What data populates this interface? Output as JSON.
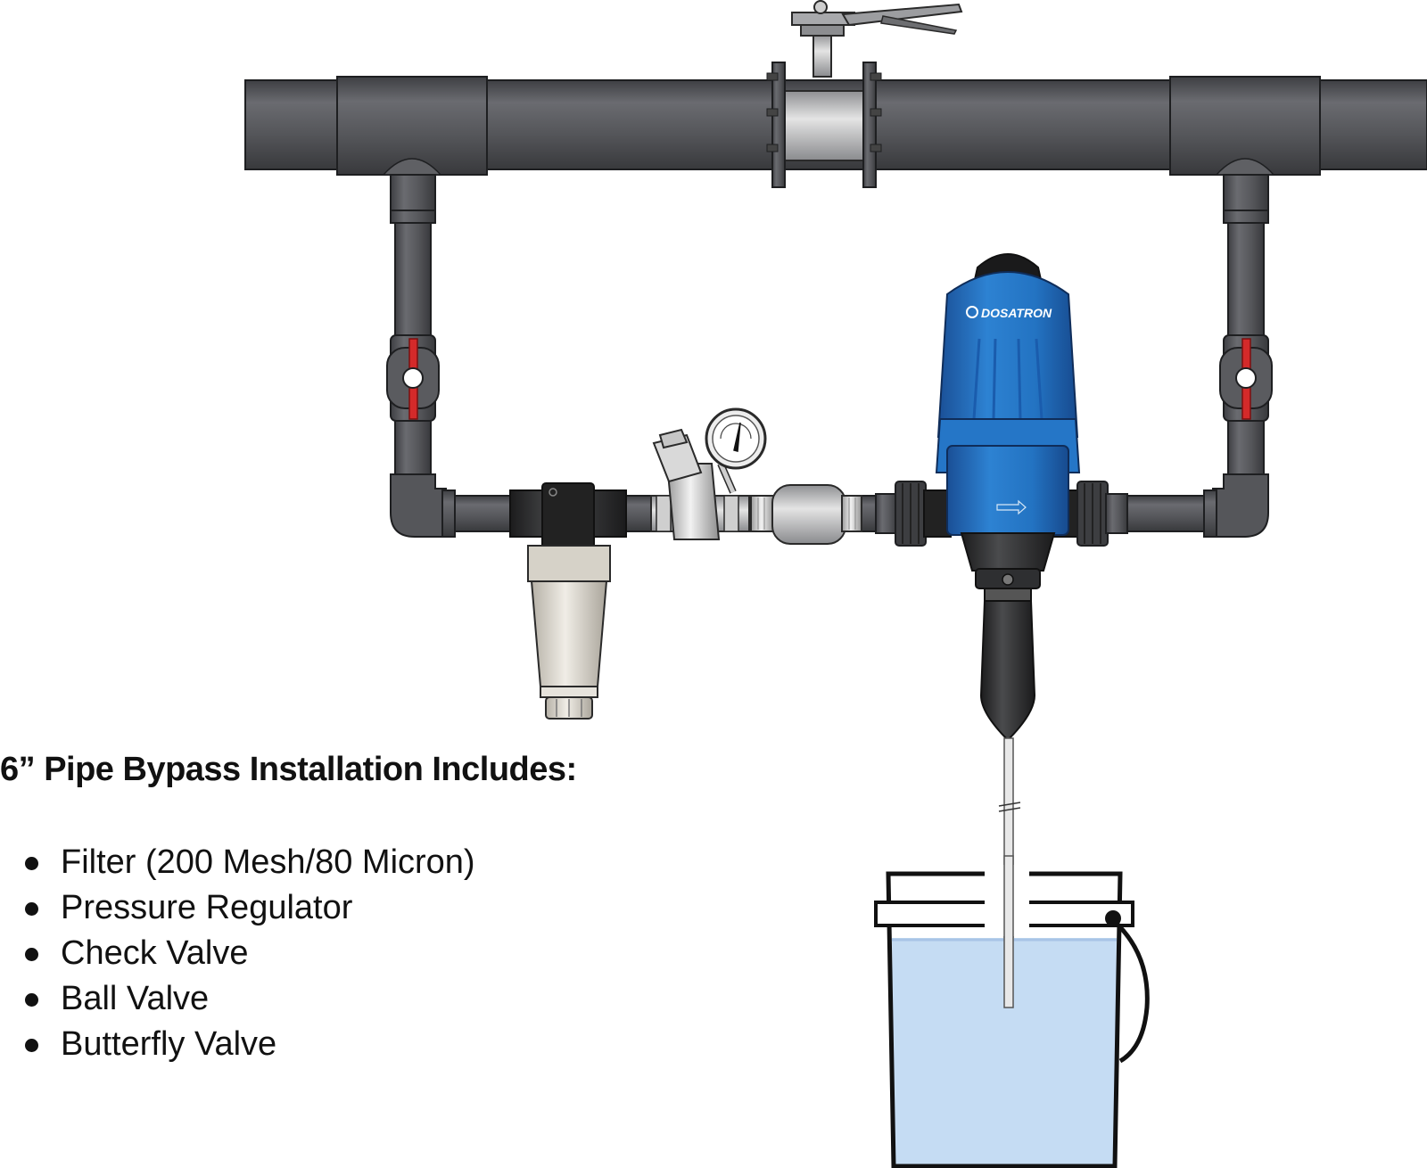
{
  "heading": "6” Pipe Bypass Installation Includes:",
  "components": [
    "Filter (200 Mesh/80 Micron)",
    "Pressure Regulator",
    "Check Valve",
    "Ball Valve",
    "Butterfly Valve"
  ],
  "device_brand": "DOSATRON",
  "colors": {
    "pipe": "#5b5c60",
    "pipe_dark": "#333438",
    "dosatron_blue": "#1f6fbf",
    "valve_handle": "#d42a2a",
    "water": "#c5dcf3"
  }
}
